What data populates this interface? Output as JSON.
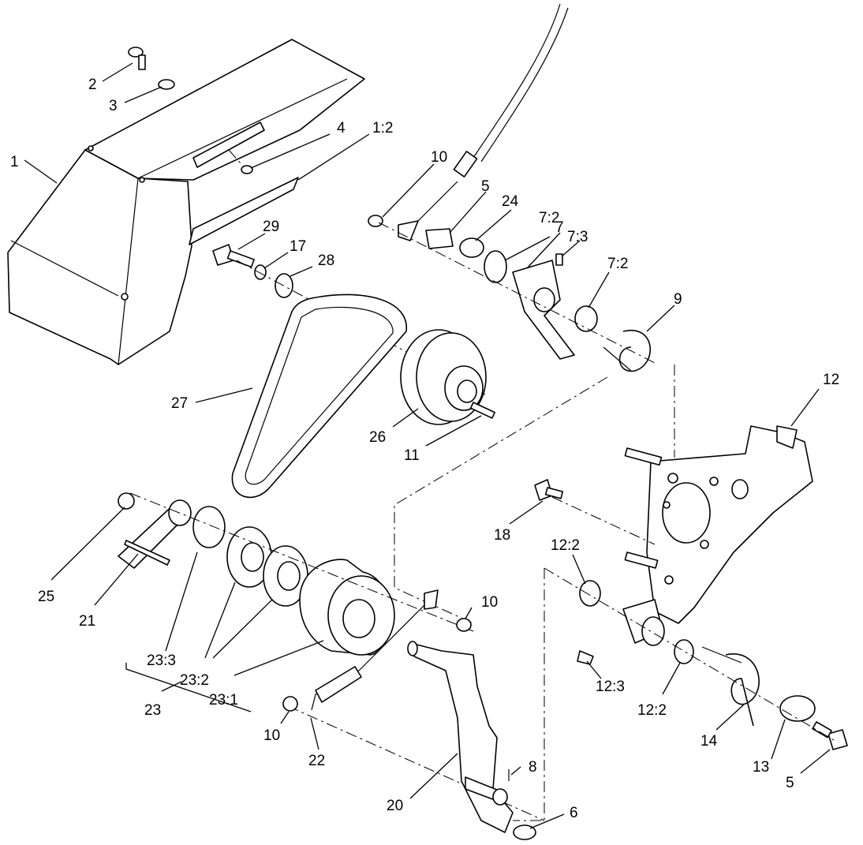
{
  "callouts": {
    "c1": "1",
    "c2": "2",
    "c3": "3",
    "c4": "4",
    "c1_2": "1:2",
    "c10a": "10",
    "c5a": "5",
    "c24": "24",
    "c7_2a": "7:2",
    "c7": "7",
    "c7_3": "7:3",
    "c7_2b": "7:2",
    "c9": "9",
    "c29": "29",
    "c17": "17",
    "c28": "28",
    "c27": "27",
    "c26": "26",
    "c11": "11",
    "c12": "12",
    "c18": "18",
    "c12_2a": "12:2",
    "c25": "25",
    "c21": "21",
    "c23_3": "23:3",
    "c23_2": "23:2",
    "c23_1": "23:1",
    "c23": "23",
    "c10b": "10",
    "c12_3": "12:3",
    "c12_2b": "12:2",
    "c14": "14",
    "c13": "13",
    "c5b": "5",
    "c10c": "10",
    "c22": "22",
    "c8": "8",
    "c20": "20",
    "c6": "6"
  }
}
